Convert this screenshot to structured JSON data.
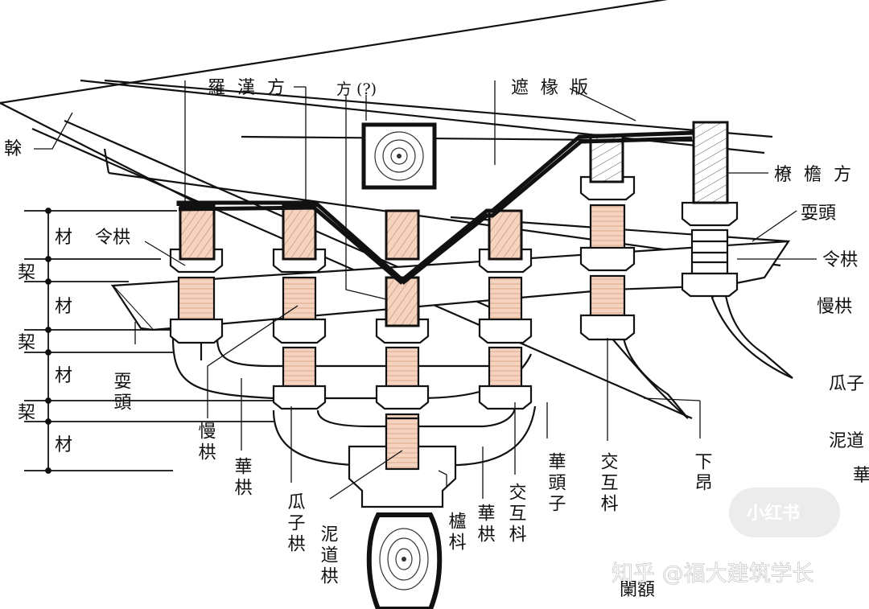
{
  "labels": {
    "gan": "榦",
    "luohanfang": "羅漢方",
    "fang_q": "方 (?)",
    "zheyuanban": "遮椽版",
    "liaoyanfang": "橑檐方",
    "shuatou_r": "耍頭",
    "lingong_r": "令栱",
    "mangong_r": "慢栱",
    "guazi_r": "瓜子",
    "nidao_r": "泥道",
    "hua_r": "華",
    "cai1": "材",
    "qi1": "栔",
    "cai2": "材",
    "qi2": "栔",
    "cai3": "材",
    "qi3": "栔",
    "cai4": "材",
    "lingong_l": "令栱",
    "shuatou_l": "耍頭",
    "mangong_l": "慢栱",
    "huagong_l": "華栱",
    "guazigong": "瓜子栱",
    "nidaogong": "泥道栱",
    "ludou": "櫨枓",
    "huagong_c": "華栱",
    "jiaohudou_c": "交互枓",
    "huatouzi": "華頭子",
    "jiaohudou_r": "交互枓",
    "xiaang": "下昂",
    "zhutou": "闌額"
  },
  "watermark": {
    "badge": "小红书",
    "credit": "知乎 @福大建筑学长"
  },
  "colors": {
    "ink": "#111111",
    "block_fill": "#f6d3bf",
    "hatch": "#b58a6f",
    "paper": "#ffffff"
  }
}
